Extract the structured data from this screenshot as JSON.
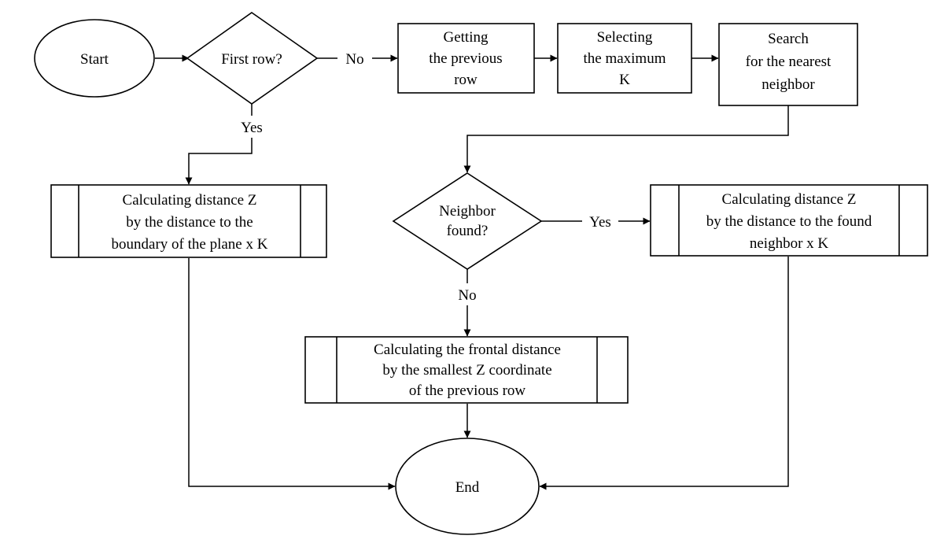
{
  "nodes": {
    "start": {
      "label": "Start"
    },
    "first_row": {
      "label": "First row?"
    },
    "previous_row": {
      "lines": [
        "Getting",
        "the previous",
        "row"
      ]
    },
    "max_k": {
      "lines": [
        "Selecting",
        "the maximum",
        "K"
      ]
    },
    "nearest_neighbor": {
      "lines": [
        "Search",
        "for the nearest",
        "neighbor"
      ]
    },
    "boundary_distance": {
      "lines": [
        "Calculating distance Z",
        "by the distance to the",
        "boundary of the plane x K"
      ]
    },
    "neighbor_found": {
      "lines": [
        "Neighbor",
        "found?"
      ]
    },
    "neighbor_distance": {
      "lines": [
        "Calculating distance Z",
        "by the distance to the found",
        "neighbor x K"
      ]
    },
    "frontal_distance": {
      "lines": [
        "Calculating the frontal distance",
        "by the smallest Z coordinate",
        "of the previous row"
      ]
    },
    "end": {
      "label": "End"
    }
  },
  "edges": {
    "first_row_no": "No",
    "first_row_yes": "Yes",
    "neighbor_yes": "Yes",
    "neighbor_no": "No"
  }
}
